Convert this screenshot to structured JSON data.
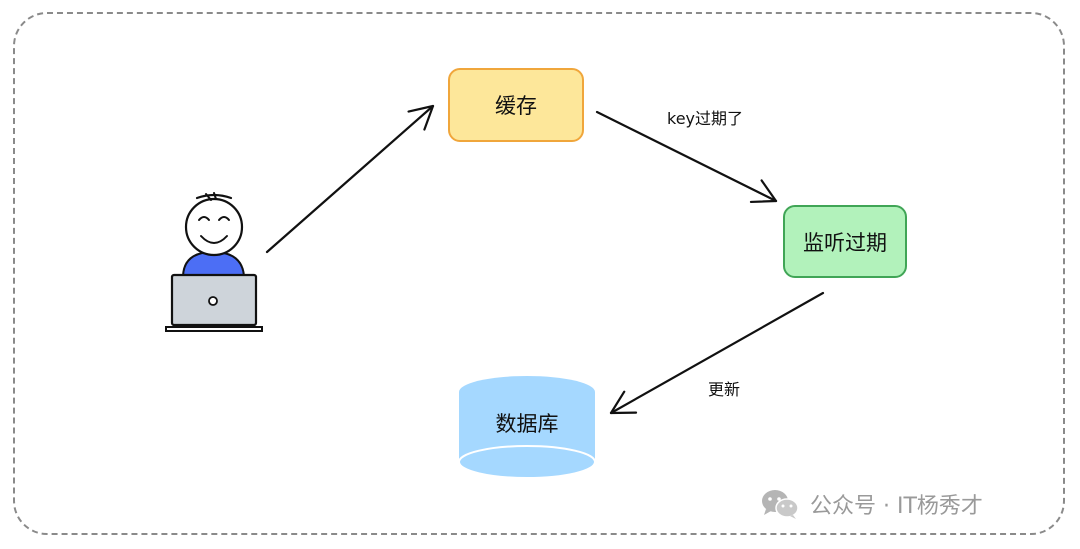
{
  "nodes": {
    "cache": {
      "label": "缓存"
    },
    "listener": {
      "label": "监听过期"
    },
    "database": {
      "label": "数据库"
    }
  },
  "edges": {
    "cache_to_listener": {
      "label": "key过期了"
    },
    "listener_to_database": {
      "label": "更新"
    }
  },
  "watermark": {
    "text": "公众号 · IT杨秀才"
  },
  "colors": {
    "cache_fill": "#fde79a",
    "cache_border": "#f0a63b",
    "listener_fill": "#b2f2bb",
    "listener_border": "#40a556",
    "database_fill": "#a5d8ff",
    "frame_border": "#8a8a8a"
  },
  "icons": {
    "user": "person-at-laptop-icon",
    "brand": "wechat-icon"
  }
}
